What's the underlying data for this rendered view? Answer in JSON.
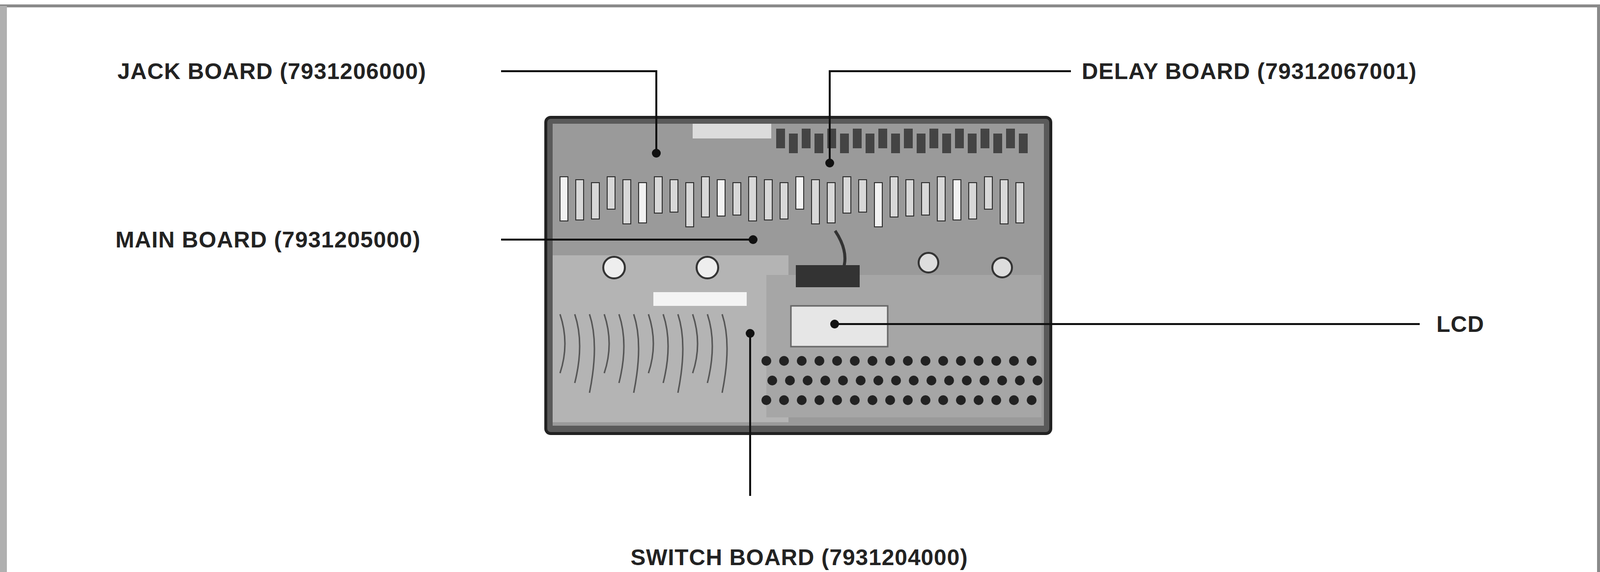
{
  "diagram": {
    "labels": [
      "JACK BOARD (7931206000)",
      "DELAY BOARD (79312067001)",
      "MAIN BOARD (7931205000)",
      "LCD",
      "SWITCH BOARD (7931204000)"
    ]
  }
}
